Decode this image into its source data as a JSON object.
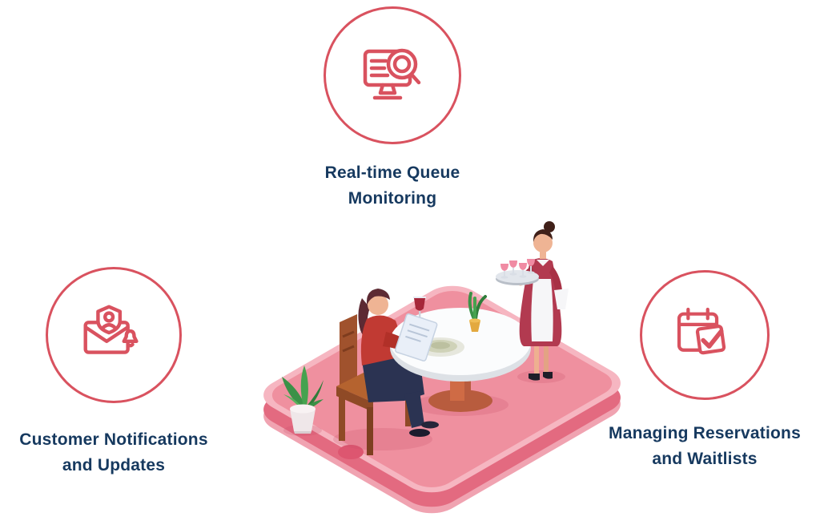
{
  "page": {
    "background": "#ffffff"
  },
  "colors": {
    "accent_red": "#d9525f",
    "label_navy": "#16395f",
    "phone_face_pink": "#ef909f",
    "phone_rim_pink": "#f6b6c1",
    "phone_side_pink": "#e36a80",
    "phone_lip_pink": "#f0a3b1"
  },
  "features": {
    "top": {
      "icon": "monitor-search-icon",
      "label_line1": "Real-time Queue",
      "label_line2": "Monitoring"
    },
    "left": {
      "icon": "envelope-notification-icon",
      "label_line1": "Customer Notifications",
      "label_line2": "and Updates"
    },
    "right": {
      "icon": "calendar-check-icon",
      "label_line1": "Managing Reservations",
      "label_line2": "and Waitlists"
    }
  },
  "illustration": {
    "scene": "waitress-serving-seated-customer-at-round-table-on-isometric-smartphone"
  }
}
